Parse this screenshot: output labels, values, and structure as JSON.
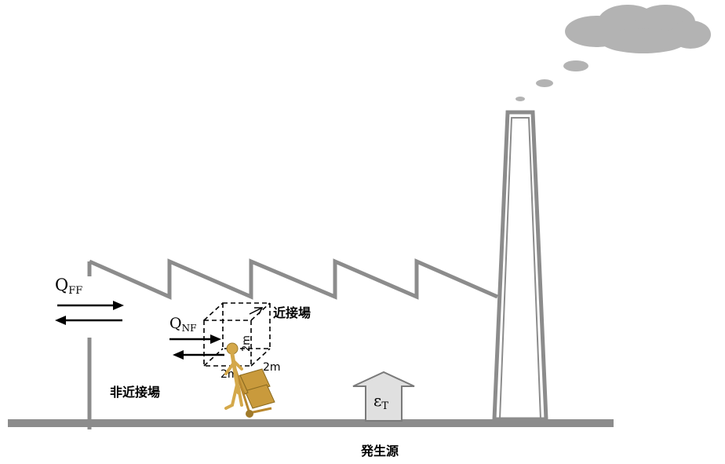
{
  "labels": {
    "q_ff_main": "Q",
    "q_ff_sub": "FF",
    "q_nf_main": "Q",
    "q_nf_sub": "NF",
    "near_field": "近接場",
    "far_field": "非近接場",
    "dim_vertical": "2m",
    "dim_depth": "2m",
    "dim_width": "2m",
    "epsilon_main": "ε",
    "epsilon_sub": "T",
    "source": "発生源"
  },
  "colors": {
    "structure": "#8c8c8c",
    "smoke": "#b3b3b3",
    "arrow_fill": "#e0e0e0",
    "text": "#000000",
    "worker_gold": "#d4a84a"
  },
  "icons": {
    "worker": "worker-with-hand-truck-icon",
    "smoke": "smoke-cloud-icon"
  }
}
